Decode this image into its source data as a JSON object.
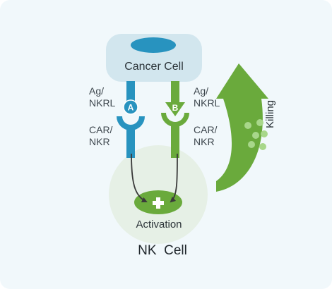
{
  "cancer_cell": {
    "label": "Cancer Cell"
  },
  "receptors": {
    "left_top": [
      "Ag/",
      "NKRL"
    ],
    "left_bottom": [
      "CAR/",
      "NKR"
    ],
    "right_top": [
      "Ag/",
      "NKRL"
    ],
    "right_bottom": [
      "CAR/",
      "NKR"
    ],
    "badge_a": "A",
    "badge_b": "B"
  },
  "nk_cell": {
    "activation_label": "Activation",
    "label": "NK  Cell"
  },
  "killing": {
    "label": "Killing"
  },
  "colors": {
    "cancer_cell_fill": "#d2e6ee",
    "nucleus": "#2893bf",
    "receptor_a": "#2893bf",
    "receptor_b": "#6aaa3c",
    "nk_cell_fill": "#e6f0e6",
    "activation_fill": "#6aaa3c",
    "killing_arrow": "#6aaa3c",
    "granules": "#a8d78a",
    "signal_arrow": "#3a3a3a"
  }
}
